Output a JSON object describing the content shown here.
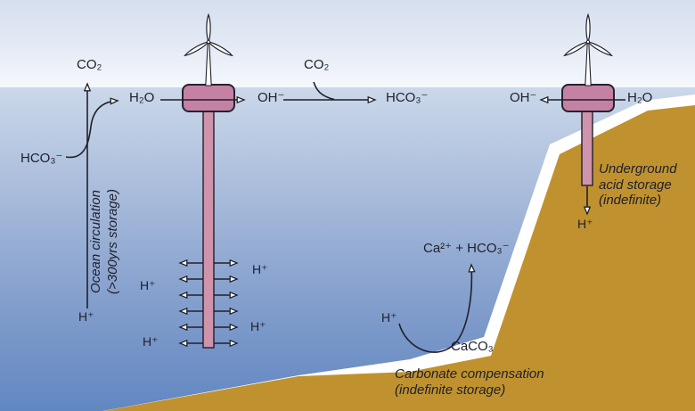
{
  "colors": {
    "sky": "#d5dfee",
    "water_surface": "#cbd8ea",
    "water_deep": "#6187c2",
    "seafloor_tan": "#c0922f",
    "coast_band": "#ffffff",
    "platform_pink": "#c581a4",
    "pipe_pink": "#cf93ac",
    "ink": "#20202c"
  },
  "left_cycle": {
    "co2": "CO₂",
    "h2o": "H₂O",
    "hco3": "HCO₃⁻",
    "circulation_caption": [
      "Ocean circulation",
      "(>300yrs storage)"
    ],
    "h_plus": "H⁺"
  },
  "surface_reaction": {
    "oh": "OH⁻",
    "co2": "CO₂",
    "hco3": "HCO₃⁻"
  },
  "acid_plume": {
    "h_plus_left_upper": "H⁺",
    "h_plus_left_lower": "H⁺",
    "h_plus_right_upper": "H⁺",
    "h_plus_right_lower": "H⁺"
  },
  "carbonate": {
    "products": "Ca²⁺ + HCO₃⁻",
    "h_plus": "H⁺",
    "caco3": "CaCO₃",
    "caption": [
      "Carbonate compensation",
      "(indefinite storage)"
    ]
  },
  "underground": {
    "oh": "OH⁻",
    "h2o": "H₂O",
    "h_plus": "H⁺",
    "caption": [
      "Underground",
      "acid storage",
      "(indefinite)"
    ]
  }
}
